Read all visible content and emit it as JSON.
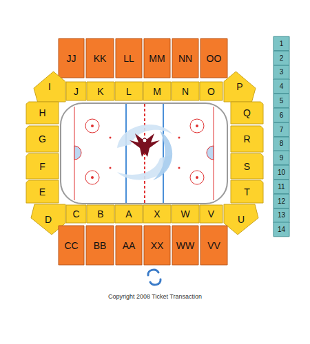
{
  "diagram": {
    "caption": "Copyright 2008 Ticket Transaction",
    "nodes": [
      {
        "text": [
          "JJ"
        ]
      },
      {
        "text": [
          "KK"
        ]
      },
      {
        "text": [
          "LL"
        ]
      },
      {
        "text": [
          "MM"
        ]
      },
      {
        "text": [
          "NN"
        ]
      },
      {
        "text": [
          "OO"
        ]
      },
      {
        "text": [
          "I"
        ]
      },
      {
        "text": [
          "J"
        ]
      },
      {
        "text": [
          "K"
        ]
      },
      {
        "text": [
          "L"
        ]
      },
      {
        "text": [
          "M"
        ]
      },
      {
        "text": [
          "N"
        ]
      },
      {
        "text": [
          "O"
        ]
      },
      {
        "text": [
          "P"
        ]
      },
      {
        "text": [
          "H"
        ]
      },
      {
        "text": [
          "Q"
        ]
      },
      {
        "text": [
          "G"
        ]
      },
      {
        "text": [
          "R"
        ]
      },
      {
        "text": [
          "F"
        ]
      },
      {
        "text": [
          "S"
        ]
      },
      {
        "text": [
          "E"
        ]
      },
      {
        "text": [
          "T"
        ]
      },
      {
        "text": [
          "D"
        ]
      },
      {
        "text": [
          "C"
        ]
      },
      {
        "text": [
          "B"
        ]
      },
      {
        "text": [
          "A"
        ]
      },
      {
        "text": [
          "X"
        ]
      },
      {
        "text": [
          "W"
        ]
      },
      {
        "text": [
          "V"
        ]
      },
      {
        "text": [
          "U"
        ]
      },
      {
        "text": [
          "CC"
        ]
      },
      {
        "text": [
          "BB"
        ]
      },
      {
        "text": [
          "AA"
        ]
      },
      {
        "text": [
          "XX"
        ]
      },
      {
        "text": [
          "WW"
        ]
      },
      {
        "text": [
          "VV"
        ]
      },
      {
        "text": [
          "1"
        ]
      },
      {
        "text": [
          "2"
        ]
      },
      {
        "text": [
          "3"
        ]
      },
      {
        "text": [
          "4"
        ]
      },
      {
        "text": [
          "5"
        ]
      },
      {
        "text": [
          "6"
        ]
      },
      {
        "text": [
          "7"
        ]
      },
      {
        "text": [
          "8"
        ]
      },
      {
        "text": [
          "9"
        ]
      },
      {
        "text": [
          "10"
        ]
      },
      {
        "text": [
          "11"
        ]
      },
      {
        "text": [
          "12"
        ]
      },
      {
        "text": [
          "13"
        ]
      },
      {
        "text": [
          "14"
        ]
      }
    ]
  }
}
